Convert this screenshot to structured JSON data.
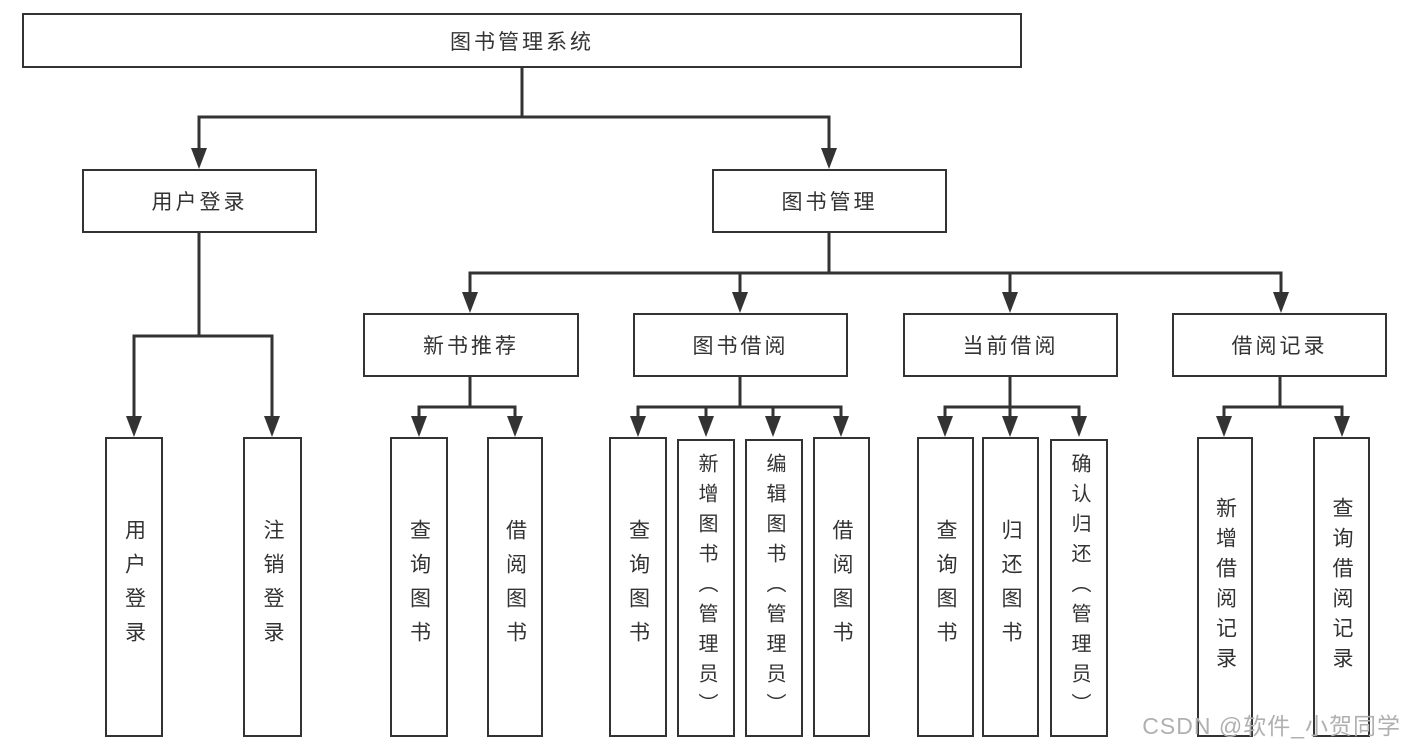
{
  "root": {
    "label": "图书管理系统"
  },
  "level2": {
    "user_login": {
      "label": "用户登录"
    },
    "book_mgmt": {
      "label": "图书管理"
    }
  },
  "user_login_children": [
    {
      "label": "用户登录"
    },
    {
      "label": "注销登录"
    }
  ],
  "groups": [
    {
      "label": "新书推荐",
      "children": [
        {
          "label": "查询图书"
        },
        {
          "label": "借阅图书"
        }
      ]
    },
    {
      "label": "图书借阅",
      "children": [
        {
          "label": "查询图书"
        },
        {
          "label": "新增图书（管理员）"
        },
        {
          "label": "编辑图书（管理员）"
        },
        {
          "label": "借阅图书"
        }
      ]
    },
    {
      "label": "当前借阅",
      "children": [
        {
          "label": "查询图书"
        },
        {
          "label": "归还图书"
        },
        {
          "label": "确认归还（管理员）"
        }
      ]
    },
    {
      "label": "借阅记录",
      "children": [
        {
          "label": "新增借阅记录"
        },
        {
          "label": "查询借阅记录"
        }
      ]
    }
  ],
  "watermark": {
    "text": "CSDN @软件_小贺同学"
  },
  "colors": {
    "line": "#333333",
    "box_border": "#333333",
    "box_fill": "#ffffff",
    "watermark": "#b0b0b0"
  }
}
